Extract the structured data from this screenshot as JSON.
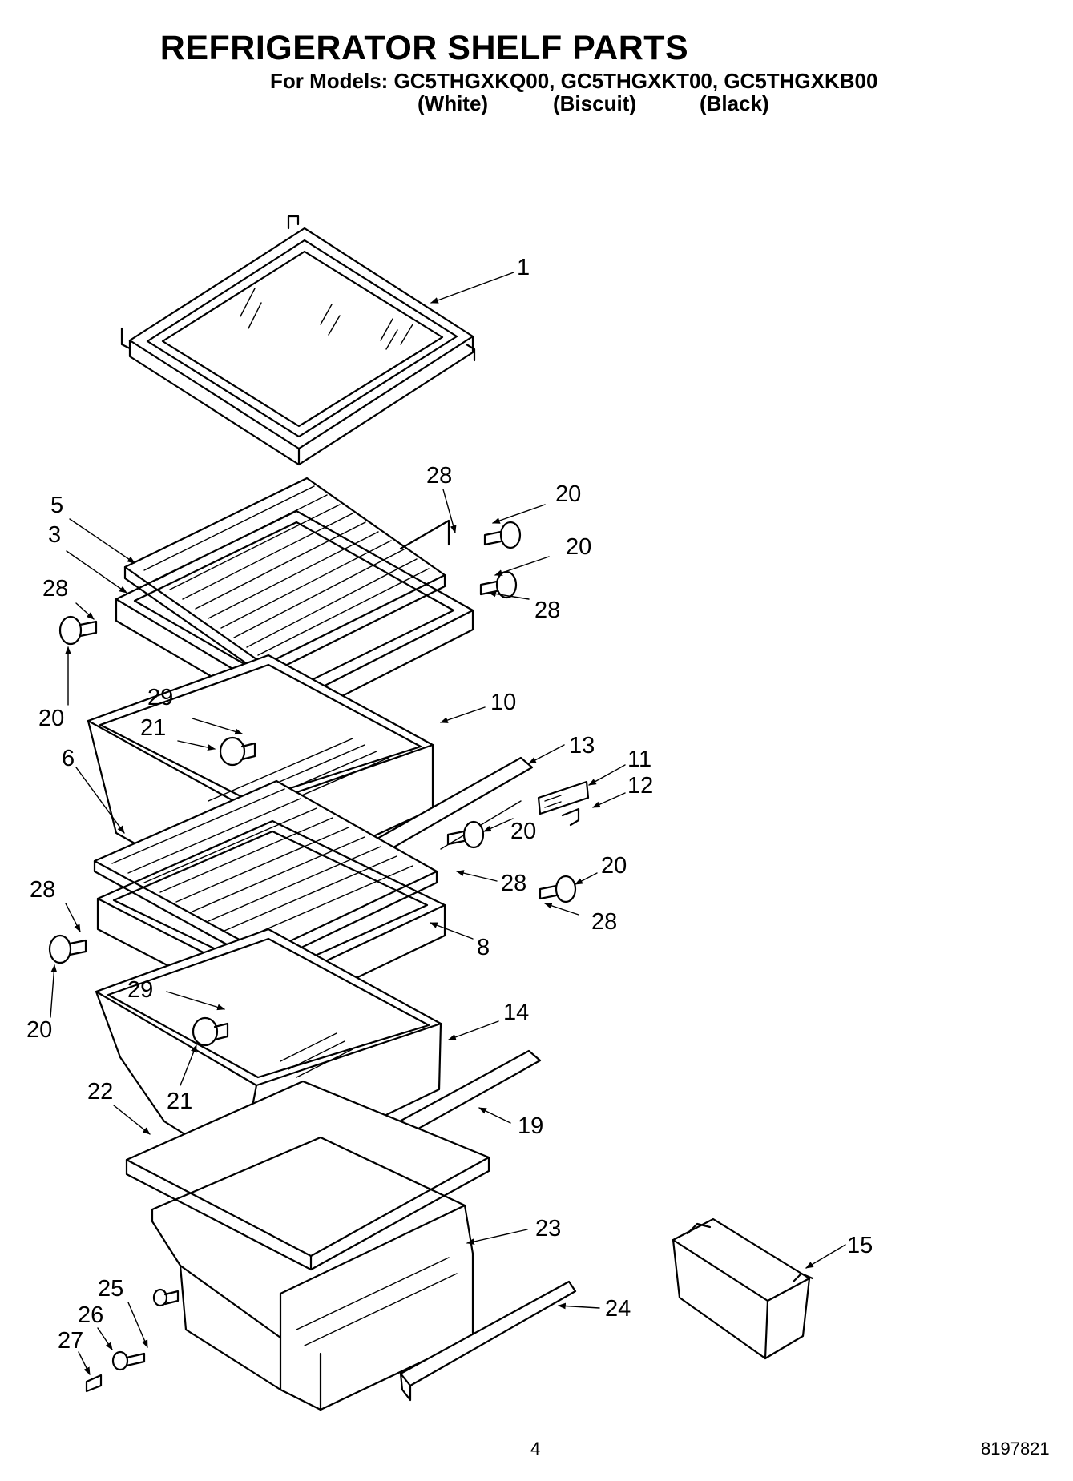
{
  "header": {
    "title": "REFRIGERATOR SHELF PARTS",
    "models": "For Models: GC5THGXKQ00, GC5THGXKT00, GC5THGXKB00",
    "colors": [
      "(White)",
      "(Biscuit)",
      "(Black)"
    ]
  },
  "callouts": {
    "c1": "1",
    "c5": "5",
    "c3": "3",
    "c28a": "28",
    "c20a": "20",
    "c20b": "20",
    "c28b": "28",
    "c28c": "28",
    "c20c": "20",
    "c29a": "29",
    "c21a": "21",
    "c10": "10",
    "c6": "6",
    "c13": "13",
    "c11": "11",
    "c12": "12",
    "c20d": "20",
    "c28d": "28",
    "c20e": "20",
    "c28e": "28",
    "c28f": "28",
    "c20f": "20",
    "c8": "8",
    "c29b": "29",
    "c21b": "21",
    "c14": "14",
    "c22": "22",
    "c19": "19",
    "c23": "23",
    "c15": "15",
    "c25": "25",
    "c26": "26",
    "c27": "27",
    "c24": "24"
  },
  "footer": {
    "page_number": "4",
    "doc_number": "8197821"
  }
}
